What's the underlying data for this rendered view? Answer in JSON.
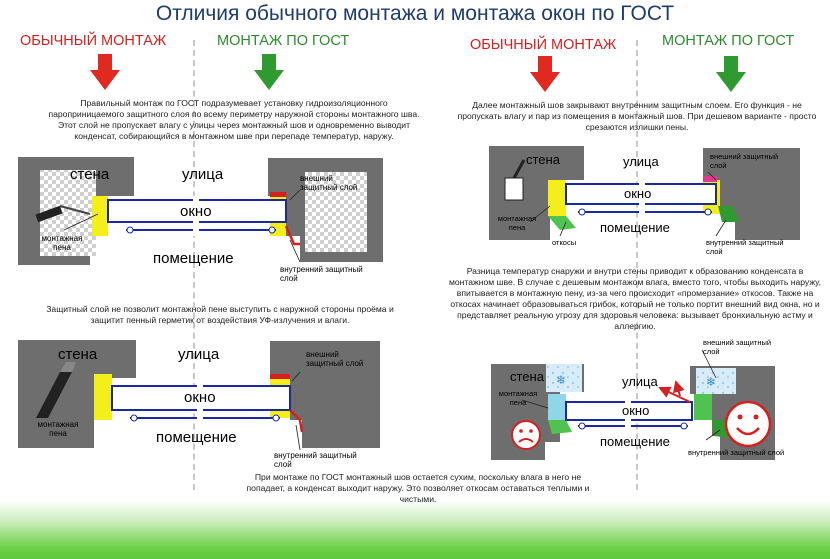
{
  "title": "Отличия обычного монтажа и монтажа окон по ГОСТ",
  "headers": {
    "left_regular": "ОБЫЧНЫЙ МОНТАЖ",
    "left_gost": "МОНТАЖ ПО ГОСТ",
    "right_regular": "ОБЫЧНЫЙ МОНТАЖ",
    "right_gost": "МОНТАЖ ПО ГОСТ"
  },
  "paragraphs": {
    "p1": "Правильный монтаж по ГОСТ подразумевает установку гидроизоляционного пароприницаемого защитного слоя по всему периметру наружной стороны монтажного шва. Этот слой не пропускает влагу с улицы через монтажный шов и одновременно выводит конденсат, собирающийся в монтажном шве при перепаде температур, наружу.",
    "p2": "Защитный слой не позволит монтажной пене выступить с наружной стороны проёма и защитит пенный герметик от воздействия УФ-излучения и влаги.",
    "p3": "При монтаже по ГОСТ монтажный шов остается сухим, поскольку влага в него не попадает, а конденсат выходит наружу. Это позволяет откосам оставаться теплыми и чистыми.",
    "p4": "Далее монтажный шов закрывают внутренним защитным слоем. Его функция - не пропускать влагу и пар из помещения в монтажный шов. При дешевом варианте - просто срезаются излишки пены.",
    "p5": "Разница температур снаружи и внутри стены приводит к образованию конденсата в монтажном шве. В случае с дешевым монтажом влага, вместо того, чтобы выходить наружу, впитывается в монтажную пену, из-за чего происходит «промерзание» откосов. Также на откосах начинает образовываться грибок, который не только портит внешний вид окна, но и представляет реальную угрозу для здоровья человека: вызывает бронхиальную астму и аллергию."
  },
  "labels": {
    "wall": "стена",
    "street": "улица",
    "window": "окно",
    "room": "помещение",
    "foam": "монтажная пена",
    "outer_layer": "внешний защитный слой",
    "inner_layer": "внутренний защитный слой",
    "slopes": "откосы"
  },
  "colors": {
    "red_header": "#d42020",
    "green_header": "#2e8b2e",
    "wall": "#6e6e6e",
    "foam": "#f4ef1a",
    "window_frame": "#1b2a9a",
    "inner_layer": "#d42020",
    "band": "#5bc93a"
  },
  "icons": [
    "red-down-arrow-icon",
    "green-down-arrow-icon",
    "caulk-gun-icon",
    "utility-knife-icon",
    "spatula-icon",
    "sad-face-icon",
    "happy-face-icon",
    "snowflake-icon"
  ]
}
